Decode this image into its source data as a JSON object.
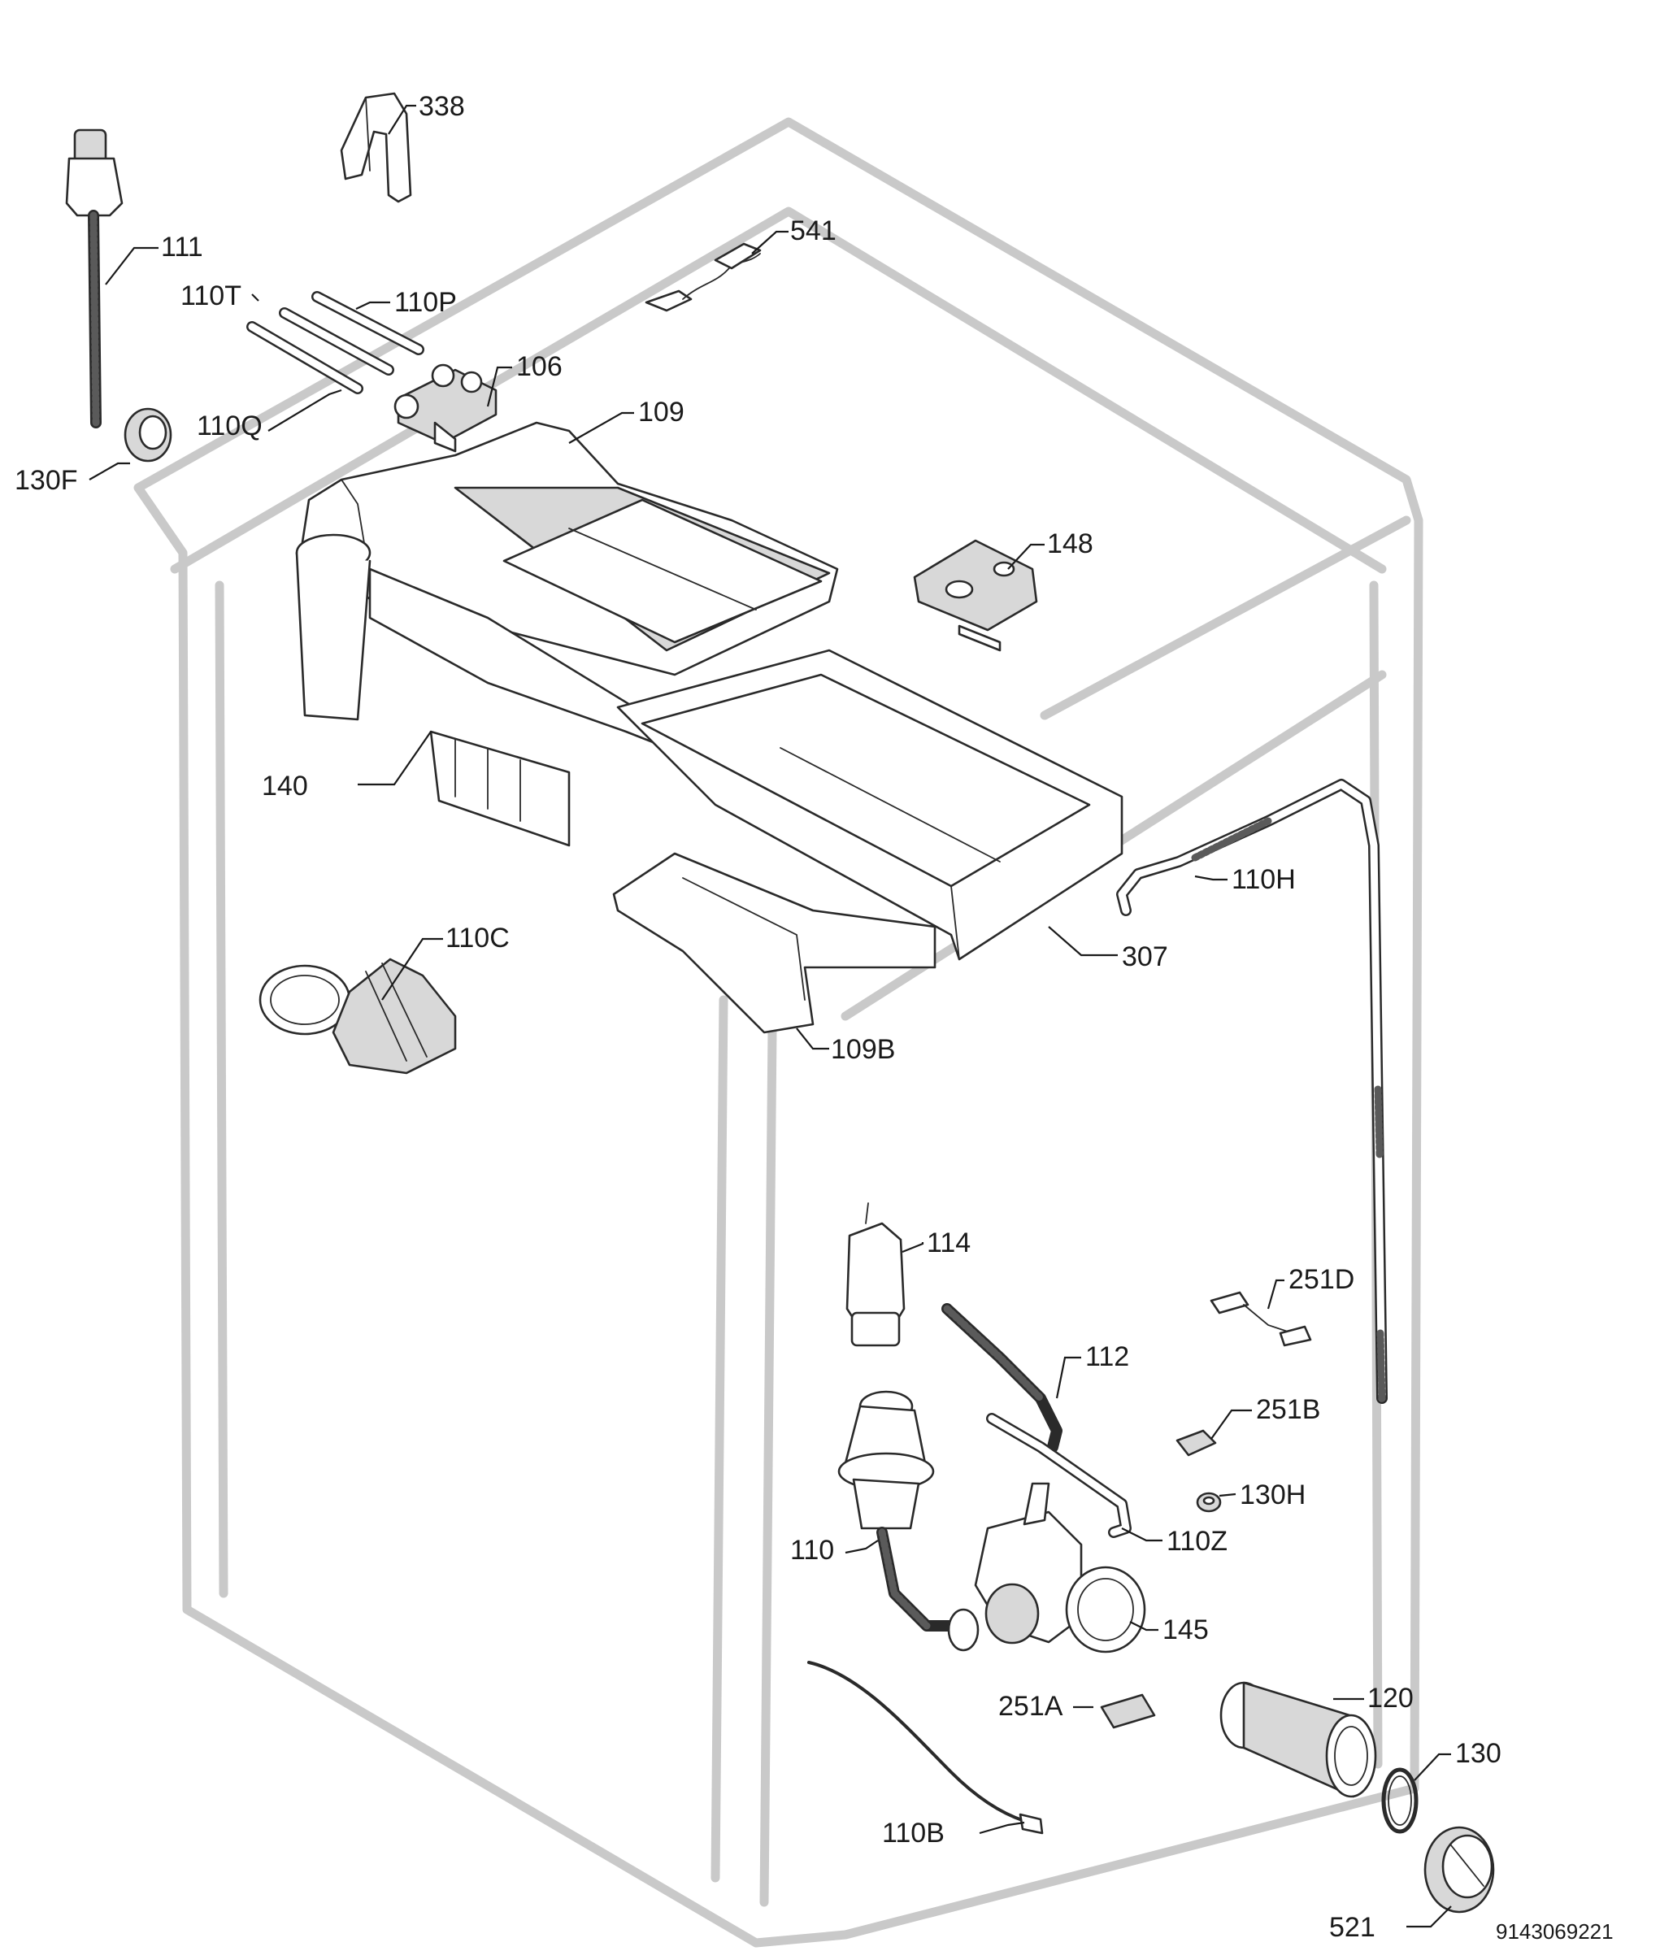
{
  "diagram": {
    "labels": {
      "p338": "338",
      "p541": "541",
      "p111": "111",
      "p110T": "110T",
      "p110P": "110P",
      "p106": "106",
      "p110Q": "110Q",
      "p109": "109",
      "p130F": "130F",
      "p148": "148",
      "p140": "140",
      "p110H": "110H",
      "p307": "307",
      "p110C": "110C",
      "p109B": "109B",
      "p114": "114",
      "p251D": "251D",
      "p112": "112",
      "p251B": "251B",
      "p130H": "130H",
      "p110Z": "110Z",
      "p110": "110",
      "p145": "145",
      "p251A": "251A",
      "p120": "120",
      "p130": "130",
      "p110B": "110B",
      "p521": "521"
    },
    "document_number": "9143069221"
  }
}
